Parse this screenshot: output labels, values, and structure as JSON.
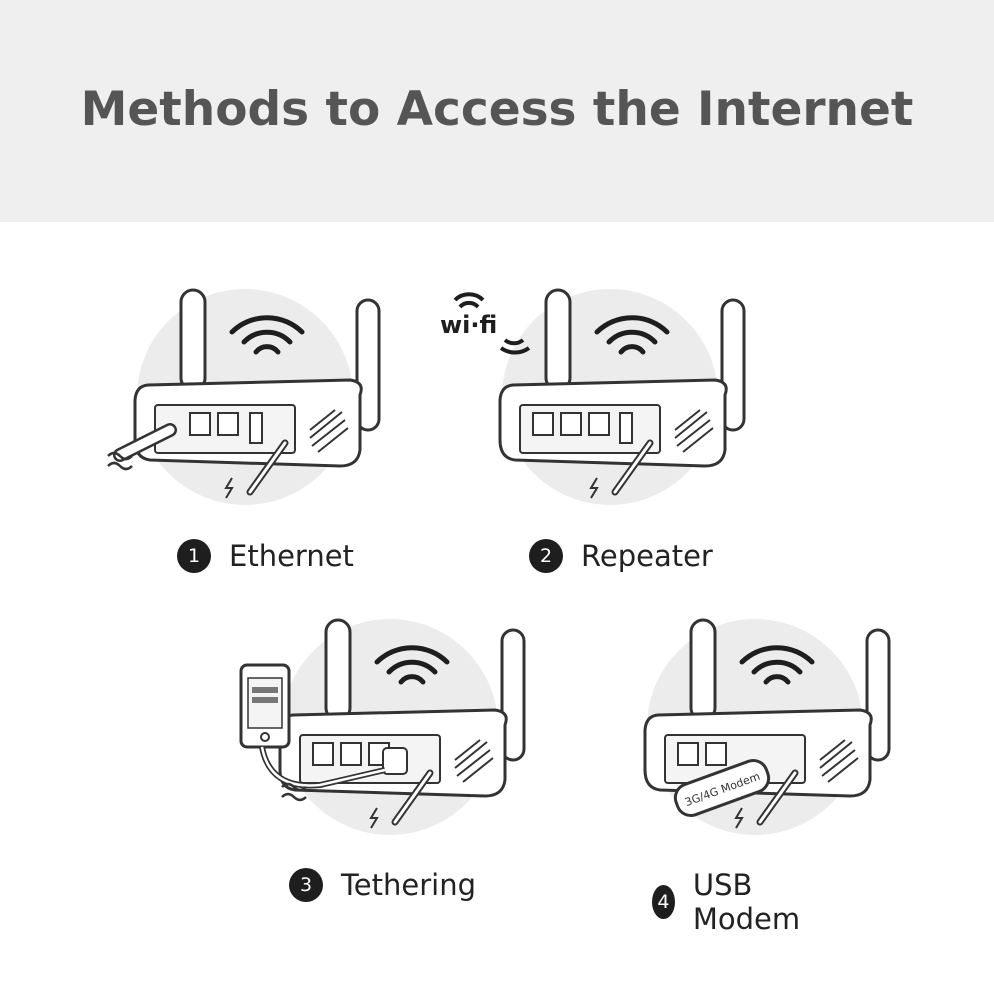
{
  "title": "Methods to Access the Internet",
  "colors": {
    "header_bg": "#efefef",
    "circle_bg": "#ececec",
    "line": "#333333",
    "title": "#555555"
  },
  "methods": [
    {
      "number": "1",
      "label": "Ethernet"
    },
    {
      "number": "2",
      "label": "Repeater",
      "badge": "wi·fi"
    },
    {
      "number": "3",
      "label": "Tethering"
    },
    {
      "number": "4",
      "label": "USB Modem",
      "modem_text": "3G/4G Modem"
    }
  ]
}
